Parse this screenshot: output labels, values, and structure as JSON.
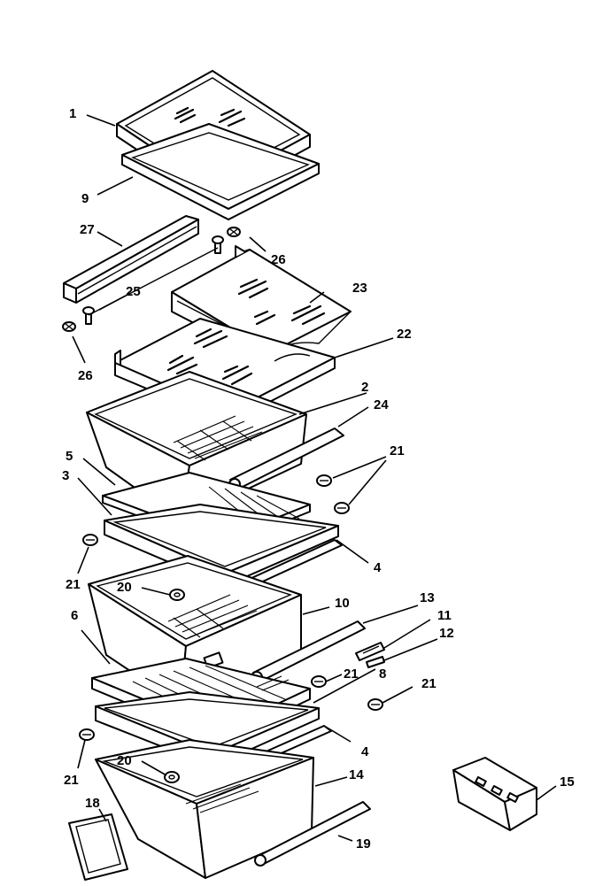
{
  "callouts": {
    "c1": "1",
    "c9": "9",
    "c27": "27",
    "c26a": "26",
    "c25": "25",
    "c23": "23",
    "c26b": "26",
    "c22": "22",
    "c2": "2",
    "c24": "24",
    "c5": "5",
    "c21a": "21",
    "c3": "3",
    "c4a": "4",
    "c21b": "21",
    "c20a": "20",
    "c10": "10",
    "c13": "13",
    "c11": "11",
    "c6": "6",
    "c12": "12",
    "c21c": "21",
    "c8": "8",
    "c21d": "21",
    "c4b": "4",
    "c21e": "21",
    "c20b": "20",
    "c14": "14",
    "c15": "15",
    "c18": "18",
    "c19": "19"
  },
  "parts": [
    "top-shelf",
    "shelf-frame",
    "shelf-trim",
    "screw",
    "shelf-23",
    "shelf-22",
    "crisper-drawer-2",
    "drawer-trim-24",
    "crisper-cover-5",
    "cover-frame-3",
    "cover-support-4",
    "crisper-drawer-10",
    "drawer-trim-13",
    "humidity-control-11",
    "control-slide-12",
    "crisper-cover-6",
    "cover-support-4b",
    "meat-drawer-14",
    "drawer-trim-19",
    "drawer-insert-18",
    "egg-bin-15",
    "glide-21",
    "roller-20"
  ]
}
